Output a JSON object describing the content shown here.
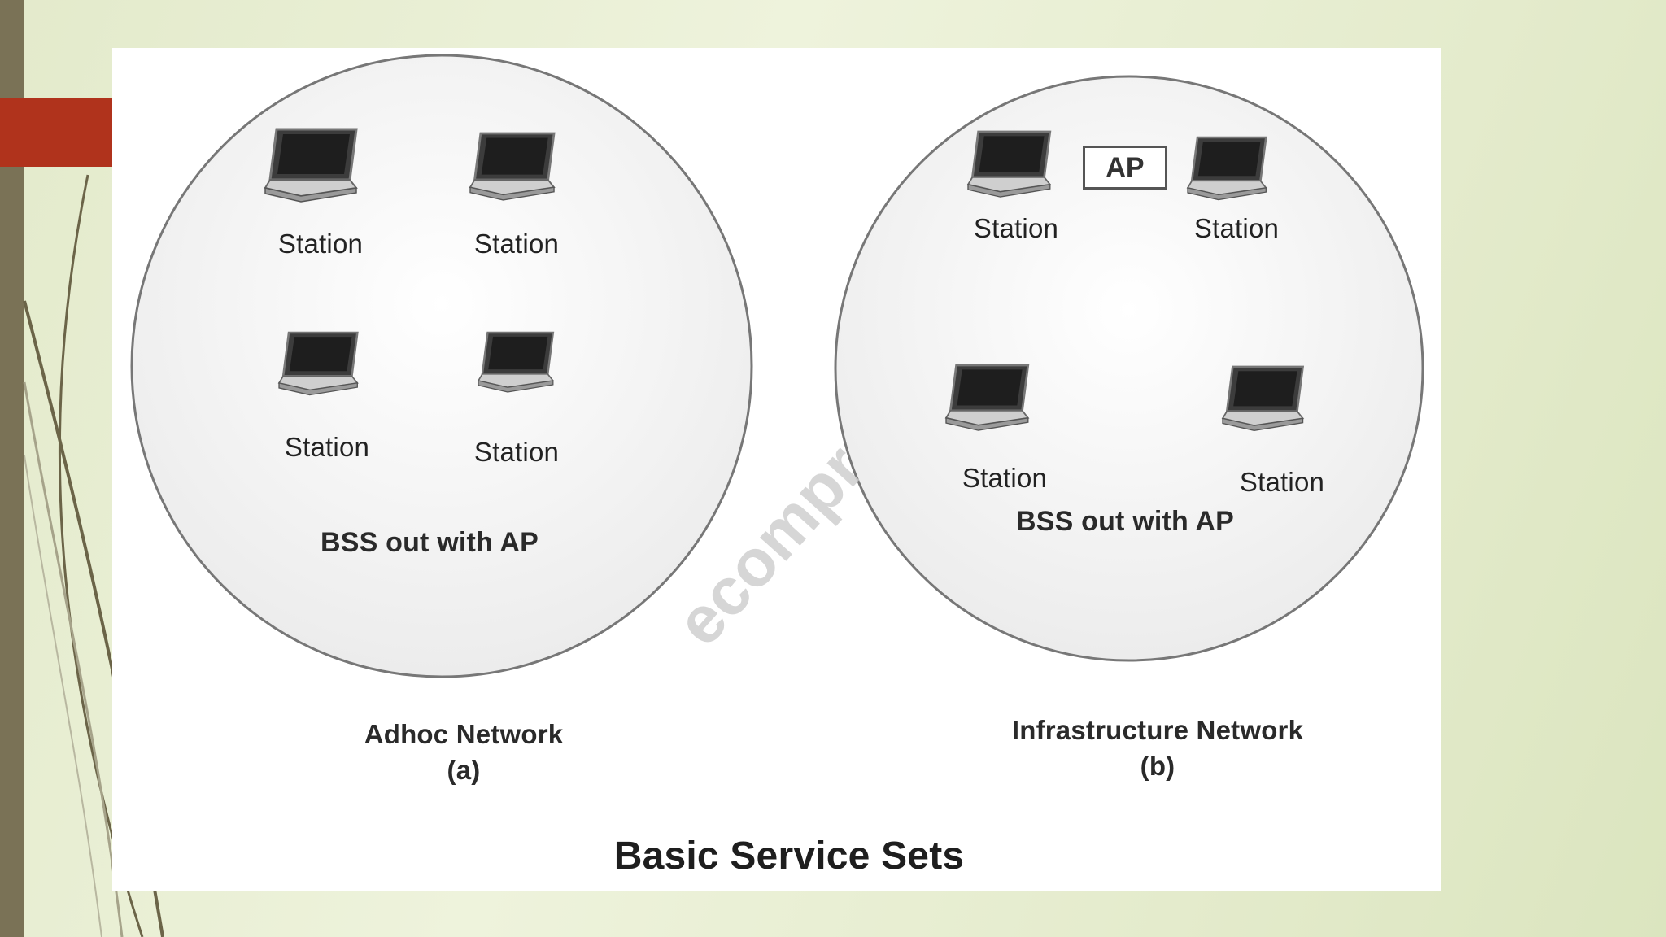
{
  "adhoc": {
    "stations": [
      "Station",
      "Station",
      "Station",
      "Station"
    ],
    "bss_label": "BSS out with AP",
    "network_name": "Adhoc Network",
    "network_tag": "(a)"
  },
  "infrastructure": {
    "ap_label": "AP",
    "stations": [
      "Station",
      "Station",
      "Station",
      "Station"
    ],
    "bss_label": "BSS out with AP",
    "network_name": "Infrastructure Network",
    "network_tag": "(b)"
  },
  "caption": "Basic Service Sets",
  "watermark": "ecompr",
  "colors": {
    "accent": "#b0331c",
    "side_bar": "#7a7256",
    "background": "#e6edd0"
  }
}
